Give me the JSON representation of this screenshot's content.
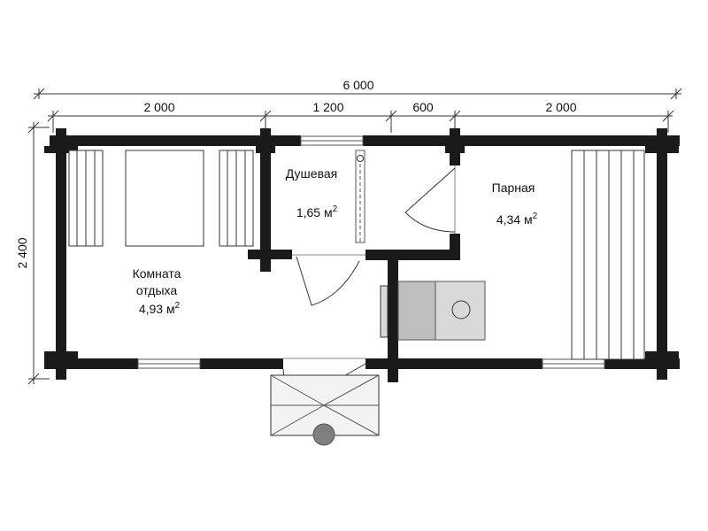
{
  "plan": {
    "overall_width": "6 000",
    "overall_height": "2 400",
    "segments": [
      "2 000",
      "1 200",
      "600",
      "2 000"
    ],
    "rooms": [
      {
        "name_lines": [
          "Душевая"
        ],
        "area_value": "1,65 м",
        "area_sup": "2"
      },
      {
        "name_lines": [
          "Парная"
        ],
        "area_value": "4,34 м",
        "area_sup": "2"
      },
      {
        "name_lines": [
          "Комната",
          "отдыха"
        ],
        "area_value": "4,93 м",
        "area_sup": "2"
      }
    ]
  },
  "colors": {
    "wall": "#1a1a1a",
    "stove_fill": "#d9d9d9",
    "porch_post": "#7f7f7f"
  }
}
